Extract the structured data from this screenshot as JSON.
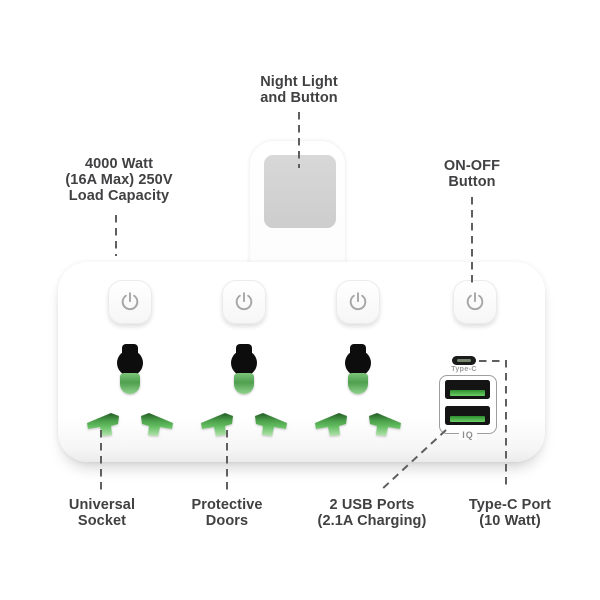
{
  "annotations": {
    "load_capacity": {
      "lines": [
        "4000 Watt",
        "(16A Max) 250V",
        "Load Capacity"
      ]
    },
    "night_light": {
      "lines": [
        "Night Light",
        "and Button"
      ]
    },
    "on_off_button": {
      "lines": [
        "ON-OFF",
        "Button"
      ]
    },
    "universal_socket": {
      "lines": [
        "Universal",
        "Socket"
      ]
    },
    "protective_doors": {
      "lines": [
        "Protective",
        "Doors"
      ]
    },
    "usb_ports": {
      "lines": [
        "2 USB Ports",
        "(2.1A Charging)"
      ]
    },
    "type_c_port": {
      "lines": [
        "Type-C Port",
        "(10 Watt)"
      ]
    }
  },
  "device": {
    "power_button_count": 4,
    "socket_count": 3,
    "usb_port_count": 2,
    "type_c_label": "Type-C",
    "usb_smart_charge_label": "IQ",
    "icons": [
      "power-icon"
    ]
  },
  "colors": {
    "background": "#ffffff",
    "label_text": "#414042",
    "leader_dash": "#5f5f5f",
    "socket_green": "#4ca84b",
    "usb_tongue_green": "#55bb55",
    "night_light_gray": "#d3d3d3",
    "port_black": "#141414",
    "power_icon_gray": "#a6a6a6"
  }
}
